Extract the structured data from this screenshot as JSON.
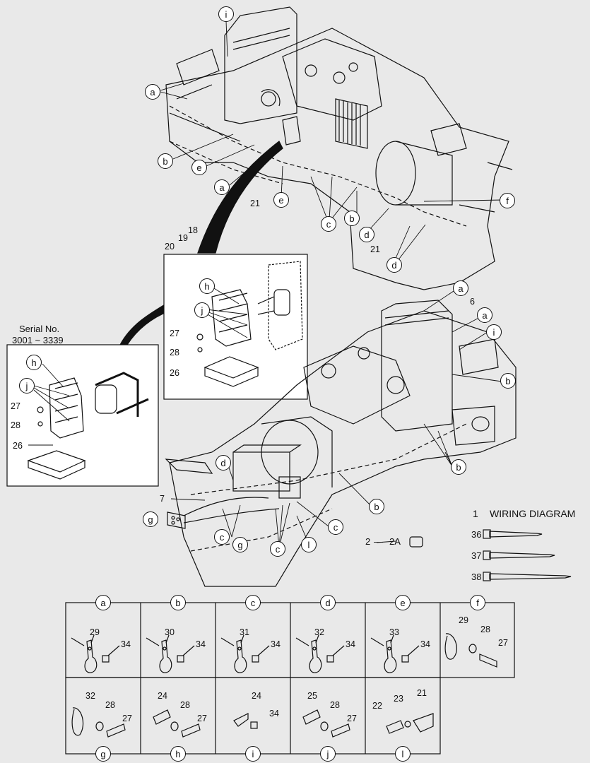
{
  "serial": {
    "line1": "Serial No.",
    "line2": "3001 ~ 3339"
  },
  "wiring_diagram": {
    "num": "1",
    "label": "WIRING DIAGRAM"
  },
  "ties": [
    "36",
    "37",
    "38"
  ],
  "part_2": "2",
  "part_2a": "2A",
  "callouts": {
    "i": "i",
    "a": "a",
    "b": "b",
    "c": "c",
    "d": "d",
    "e": "e",
    "f": "f",
    "g": "g",
    "h": "h",
    "j": "j",
    "l": "l",
    "n6": "6",
    "n7": "7",
    "n18": "18",
    "n19": "19",
    "n20": "20",
    "n21": "21",
    "n26": "26",
    "n27": "27",
    "n28": "28"
  },
  "table": {
    "row1": [
      {
        "letter": "a",
        "part": "29",
        "nut": "34"
      },
      {
        "letter": "b",
        "part": "30",
        "nut": "34"
      },
      {
        "letter": "c",
        "part": "31",
        "nut": "34"
      },
      {
        "letter": "d",
        "part": "32",
        "nut": "34"
      },
      {
        "letter": "e",
        "part": "33",
        "nut": "34"
      },
      {
        "letter": "f",
        "part": "29",
        "washer": "28",
        "bolt": "27"
      }
    ],
    "row2": [
      {
        "letter": "g",
        "part": "32",
        "washer": "28",
        "bolt": "27"
      },
      {
        "letter": "h",
        "part": "24",
        "washer": "28",
        "bolt": "27"
      },
      {
        "letter": "i",
        "part": "24",
        "nut": "34"
      },
      {
        "letter": "j",
        "part": "25",
        "washer": "28",
        "bolt": "27"
      },
      {
        "letter": "l",
        "bolt": "22",
        "washer": "23",
        "bracket": "21"
      }
    ]
  }
}
